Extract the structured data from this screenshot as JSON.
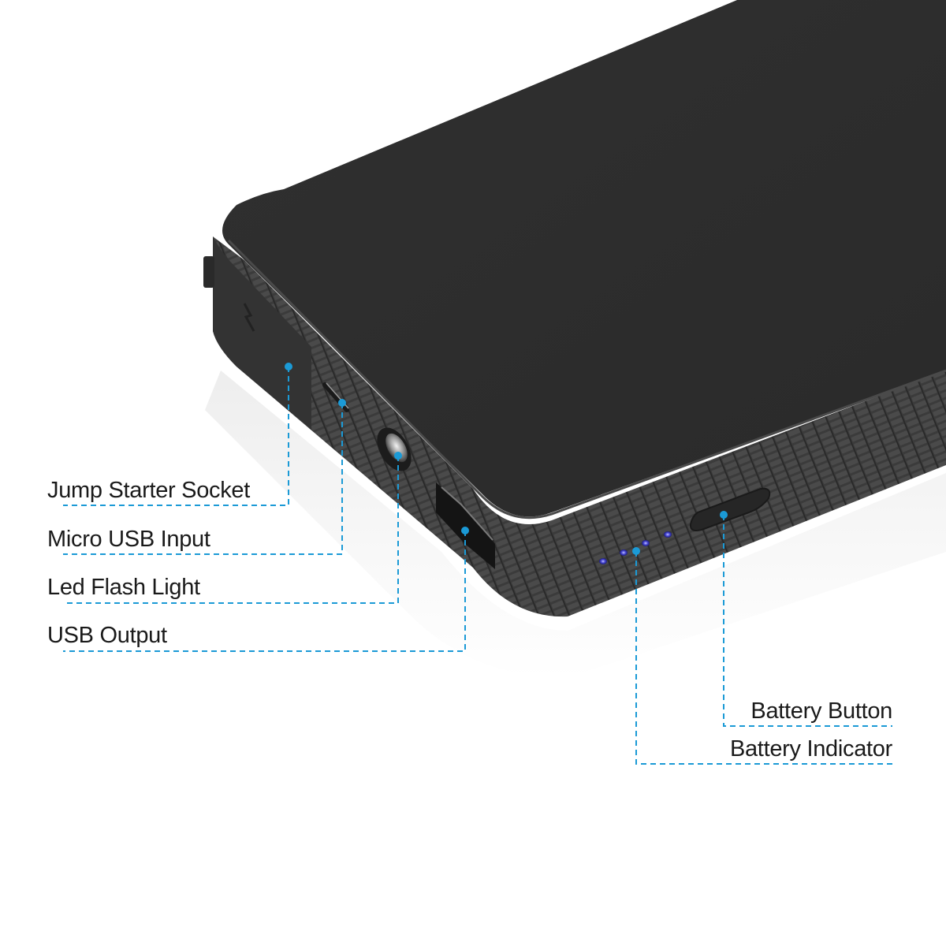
{
  "product": {
    "name": "jump-starter-power-bank",
    "body_color": "#2e2e2e",
    "side_color": "#3a3a3a",
    "accent_color": "#1b9ad6",
    "led_color": "#3c3cc8",
    "led_count": 4
  },
  "callouts": {
    "left": [
      {
        "label": "Jump Starter Socket"
      },
      {
        "label": "Micro USB Input"
      },
      {
        "label": "Led Flash Light"
      },
      {
        "label": "USB Output"
      }
    ],
    "right": [
      {
        "label": "Battery Button"
      },
      {
        "label": "Battery Indicator"
      }
    ]
  }
}
